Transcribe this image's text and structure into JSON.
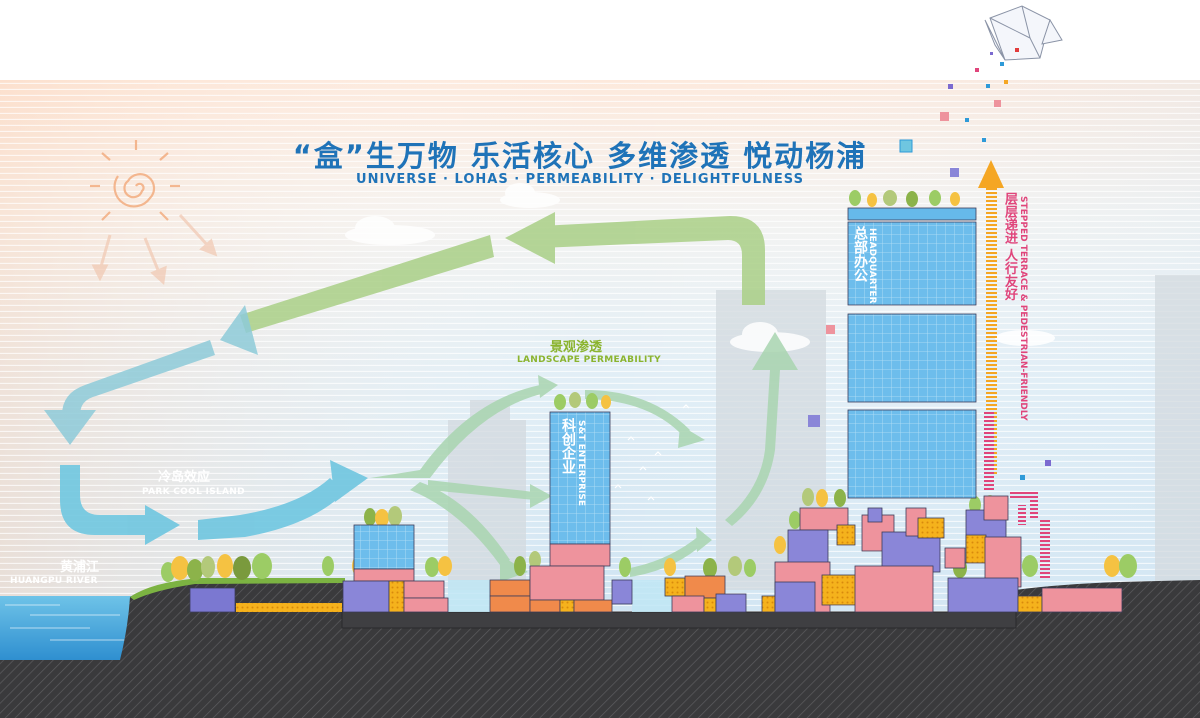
{
  "title": {
    "cn": "“盒”生万物  乐活核心  多维渗透  悦动杨浦",
    "en": "UNIVERSE  ·  LOHAS  ·  PERMEABILITY  ·  DELIGHTFULNESS"
  },
  "labels": {
    "river_cn": "黄浦江",
    "river_en": "HUANGPU RIVER",
    "cool_island_cn": "冷岛效应",
    "cool_island_en": "PARK COOL ISLAND",
    "landscape_cn": "景观渗透",
    "landscape_en": "LANDSCAPE PERMEABILITY",
    "enterprise_cn": "科创企业",
    "enterprise_en": "S&T ENTERPRISE",
    "hq_cn": "总部办公",
    "hq_en": "HEADQUARTER",
    "terrace_cn": "层层递进 人行友好",
    "terrace_en": "STEPPED TERRACE & PEDESTRIAN-FRIENDLY"
  },
  "colors": {
    "title_blue": "#1f73b8",
    "landscape_green": "#8bb42f",
    "terrace_pink": "#e0457b",
    "arrow_blue": "#6fc6e0",
    "arrow_green": "#a9cf86",
    "box_blue": "#8a86d8",
    "box_pink": "#ee939d",
    "box_orange": "#f08a4b",
    "box_yellow": "#f5b21c",
    "glass_blue": "#66b9ea"
  },
  "icons": [
    "sun-icon",
    "flying-box-icon",
    "tree-icon",
    "arrow-icon"
  ]
}
